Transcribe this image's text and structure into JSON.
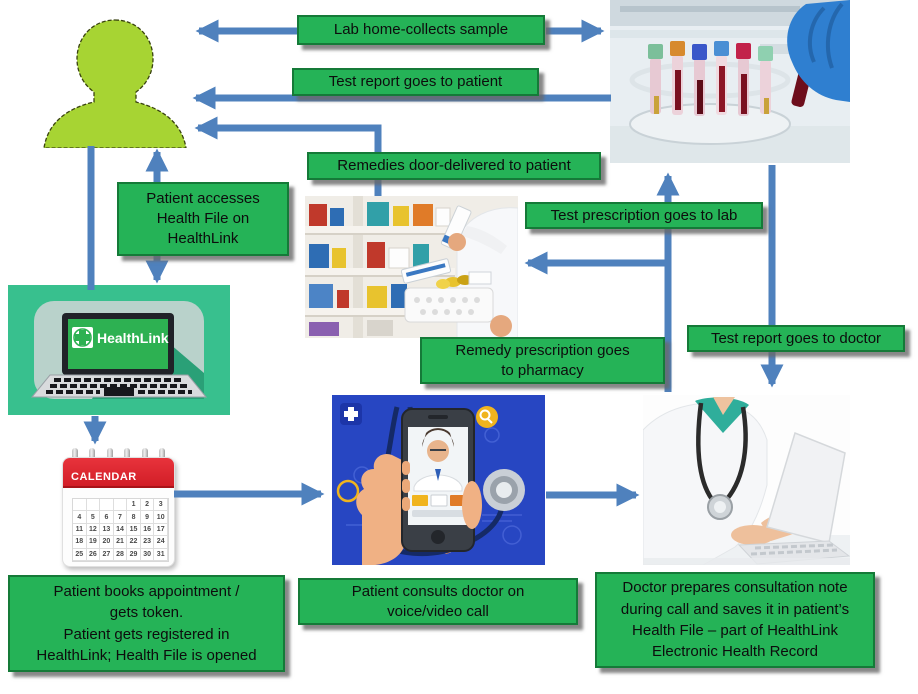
{
  "colors": {
    "box_green": "#25b357",
    "box_border": "#157a38",
    "arrow_blue": "#4f81bd",
    "patient_green": "#a7d433",
    "laptop_teal": "#38c08e",
    "calendar_red": "#d9252e",
    "phone_blue": "#2746c2"
  },
  "boxes": {
    "lab_collect": {
      "label": "Lab home-collects sample"
    },
    "test_report_patient": {
      "label": "Test report goes to patient"
    },
    "remedies_delivered": {
      "label": "Remedies door-delivered to patient"
    },
    "patient_access": {
      "lines": [
        "Patient accesses",
        "Health File on",
        "HealthLink"
      ]
    },
    "test_rx_lab": {
      "label": "Test prescription goes to lab"
    },
    "test_report_doctor": {
      "label": "Test report goes to doctor"
    },
    "remedy_rx_pharmacy": {
      "lines": [
        "Remedy prescription goes",
        "to pharmacy"
      ]
    },
    "books_appointment": {
      "lines": [
        "Patient books appointment /",
        "gets token.",
        "Patient gets registered in",
        "HealthLink; Health File is opened"
      ]
    },
    "consults_doctor": {
      "lines": [
        "Patient consults doctor on",
        "voice/video call"
      ]
    },
    "consultation_note": {
      "lines": [
        "Doctor prepares consultation note",
        "during call and saves it in patient’s",
        "Health File – part of HealthLink",
        "Electronic Health Record"
      ]
    }
  },
  "images": {
    "patient": {
      "name": "patient-silhouette"
    },
    "lab": {
      "name": "blood-sample-tubes-photo"
    },
    "pharmacy": {
      "name": "pharmacy-shelves-photo"
    },
    "healthlink_laptop": {
      "name": "healthlink-laptop-illustration",
      "app_name": "HealthLink"
    },
    "calendar": {
      "name": "calendar-icon",
      "title": "CALENDAR",
      "cells": [
        "",
        "",
        "",
        "",
        "1",
        "2",
        "3",
        "4",
        "5",
        "6",
        "7",
        "8",
        "9",
        "10",
        "11",
        "12",
        "13",
        "14",
        "15",
        "16",
        "17",
        "18",
        "19",
        "20",
        "21",
        "22",
        "23",
        "24",
        "25",
        "26",
        "27",
        "28",
        "29",
        "30",
        "31"
      ]
    },
    "video_call": {
      "name": "doctor-video-call-photo"
    },
    "doctor": {
      "name": "doctor-typing-laptop-photo"
    }
  }
}
